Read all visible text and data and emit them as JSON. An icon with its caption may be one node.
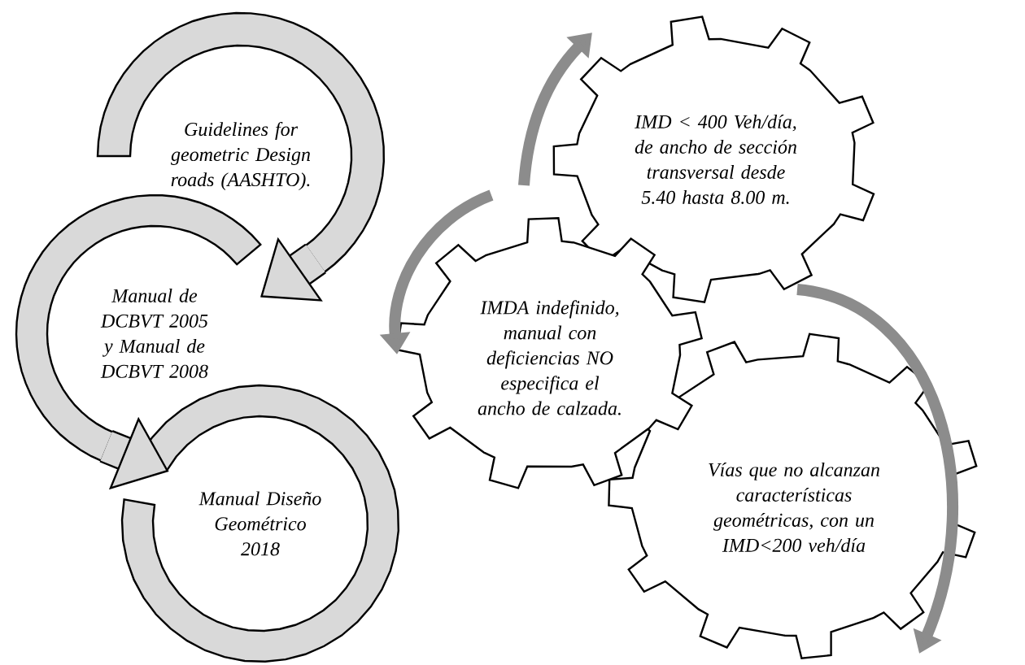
{
  "diagram": {
    "nodes": [
      {
        "text": [
          "Guidelines for geometric Design roads (AASHTO)."
        ]
      },
      {
        "text": [
          "Manual de DCBVT 2005 y Manual de DCBVT 2008"
        ]
      },
      {
        "text": [
          "Manual Diseño Geométrico 2018"
        ]
      },
      {
        "text": [
          "IMD < 400 Veh/día, de ancho de sección transversal desde 5.40 hasta 8.00 m."
        ]
      },
      {
        "text": [
          "IMDA indefinido, manual con deficiencias NO especifica el ancho de calzada."
        ]
      },
      {
        "text": [
          "Vías que no alcanzan características geométricas, con un IMD<200 veh/día"
        ]
      }
    ],
    "edges": [
      {
        "from": 0,
        "to": 1,
        "arrow": "to",
        "style": "thick",
        "color": "#000000"
      },
      {
        "from": 1,
        "to": 2,
        "arrow": "to",
        "style": "thick",
        "color": "#000000"
      },
      {
        "from": 4,
        "to": 3,
        "arrow": "to",
        "color": "#8c8c8c"
      },
      {
        "from": null,
        "to": 4,
        "arrow": "to",
        "color": "#8c8c8c"
      },
      {
        "from": 3,
        "to": 5,
        "arrow": "to",
        "color": "#8c8c8c"
      }
    ]
  }
}
